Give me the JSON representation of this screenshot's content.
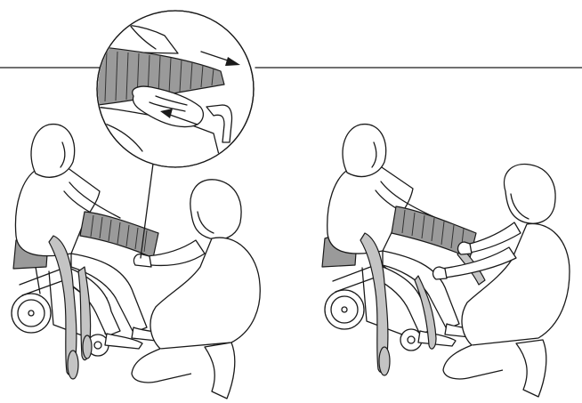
{
  "illustration": {
    "panels": [
      "left-panel",
      "right-panel"
    ],
    "detail_inset": "zoom-circle",
    "arrows": [
      "push-right",
      "pull-left"
    ],
    "colors": {
      "line": "#1a1a1a",
      "background": "#ffffff",
      "sling": "#9a9a9a",
      "strap": "#c4c4c4"
    }
  }
}
